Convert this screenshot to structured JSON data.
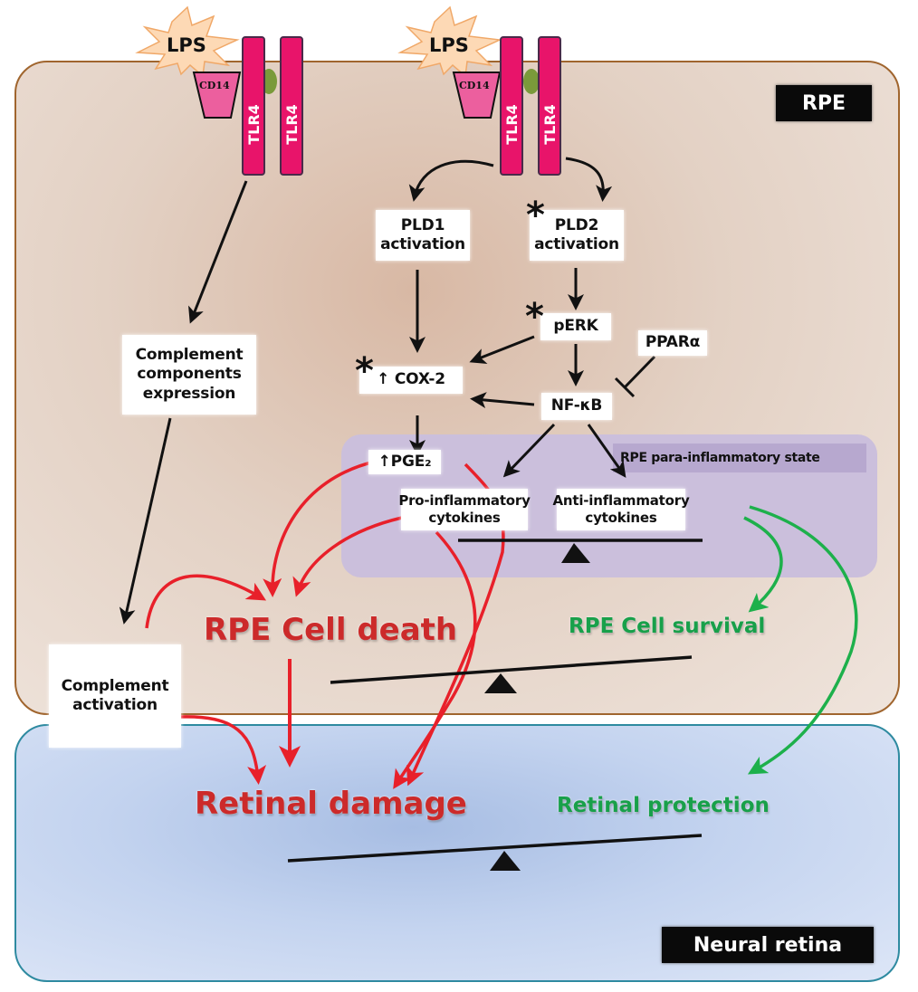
{
  "compartments": {
    "rpe": "RPE",
    "neural_retina": "Neural retina",
    "para_inflammatory": "RPE para-inflammatory state"
  },
  "receptor_complexes": [
    {
      "ligand": "LPS",
      "coreceptor": "CD14",
      "receptors": [
        "TLR4",
        "TLR4"
      ]
    },
    {
      "ligand": "LPS",
      "coreceptor": "CD14",
      "receptors": [
        "TLR4",
        "TLR4"
      ]
    }
  ],
  "nodes": {
    "pld1": "PLD1\nactivation",
    "pld2": "PLD2\nactivation",
    "perk": "pERK",
    "ppara": "PPARα",
    "cox2": "↑ COX-2",
    "nfkb": "NF-κB",
    "pge2": "↑PGE₂",
    "pro_cytokines": "Pro-inflammatory\ncytokines",
    "anti_cytokines": "Anti-inflammatory\ncytokines",
    "complement_expression": "Complement\ncomponents\nexpression",
    "complement_activation": "Complement\nactivation"
  },
  "markers": {
    "asterisk": "*"
  },
  "outcomes": {
    "rpe_death": "RPE Cell death",
    "rpe_survival": "RPE Cell survival",
    "retinal_damage": "Retinal damage",
    "retinal_protection": "Retinal protection"
  },
  "colors": {
    "harmful": "#e8202a",
    "protective": "#1db04b",
    "signaling": "#111111",
    "tlr4": "#e8146a",
    "cd14": "#ec5f9e",
    "lps": "#fdd9b5",
    "md2": "#7a9a3a"
  }
}
